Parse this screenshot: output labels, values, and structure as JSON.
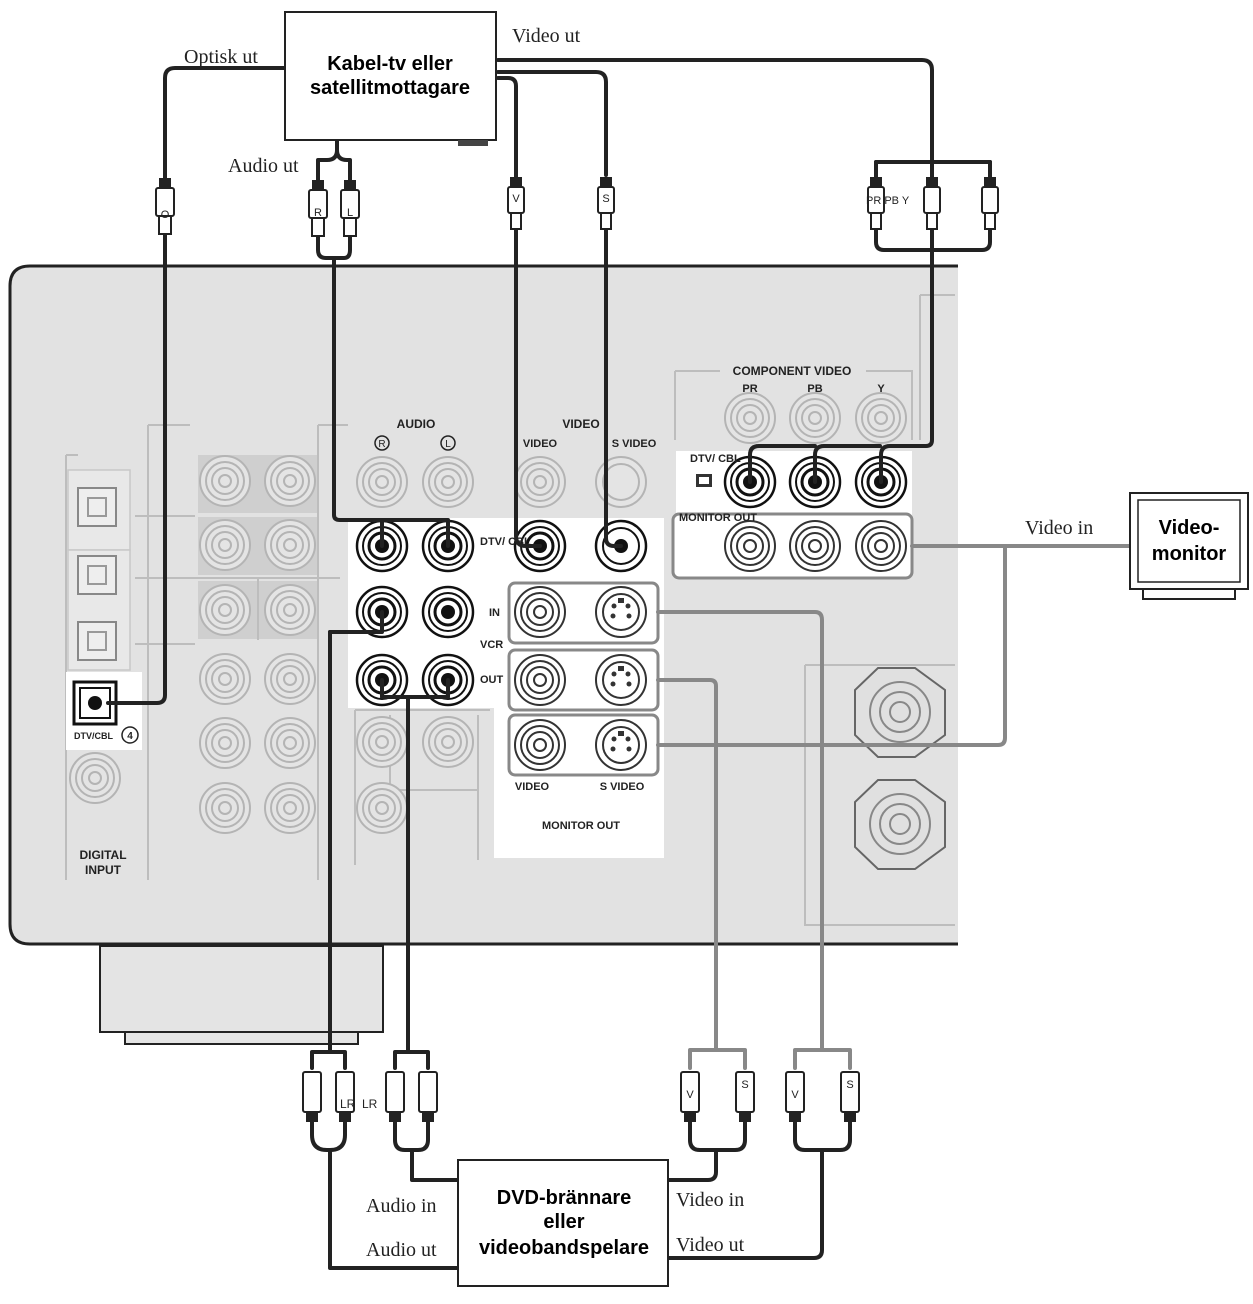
{
  "devices": {
    "source": {
      "line1": "Kabel-tv eller",
      "line2": "satellitmottagare"
    },
    "recorder": {
      "line1": "DVD-brännare",
      "line2": "eller",
      "line3": "videobandspelare"
    },
    "monitor": {
      "line1": "Video-",
      "line2": "monitor"
    }
  },
  "cable_labels": {
    "optisk_ut": "Optisk ut",
    "video_ut_top": "Video ut",
    "audio_ut_top": "Audio ut",
    "video_in_monitor": "Video in",
    "audio_in": "Audio in",
    "audio_ut_bottom": "Audio ut",
    "video_in_bottom": "Video in",
    "video_ut_bottom": "Video ut"
  },
  "plug_letters": {
    "optical": "O",
    "right": "R",
    "left": "L",
    "video": "V",
    "svideo": "S",
    "component_pr_pb_y": "PR PB Y",
    "bottom_lr_1": "LR",
    "bottom_lr_2": "LR"
  },
  "panel": {
    "audio": "AUDIO",
    "audio_r": "R",
    "audio_l": "L",
    "video": "VIDEO",
    "video_col": "VIDEO",
    "svideo_col": "S VIDEO",
    "dtv_cbl": "DTV/ CBL",
    "in": "IN",
    "vcr": "VCR",
    "out": "OUT",
    "bottom_video": "VIDEO",
    "bottom_svideo": "S VIDEO",
    "monitor_out": "MONITOR OUT",
    "component_video": "COMPONENT VIDEO",
    "pr": "PR",
    "pb": "PB",
    "y": "Y",
    "comp_dtv_cbl": "DTV/ CBL",
    "comp_monitor_out": "MONITOR OUT",
    "digital_dtv_cbl": "DTV/CBL",
    "digital_num": "4",
    "digital_input_1": "DIGITAL",
    "digital_input_2": "INPUT"
  }
}
